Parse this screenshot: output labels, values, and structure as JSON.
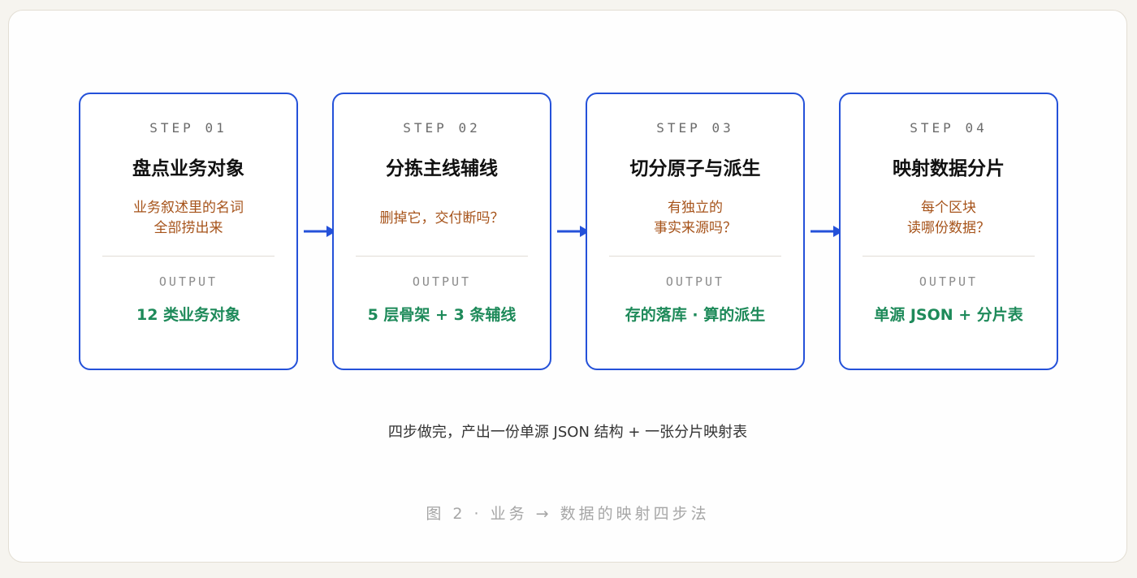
{
  "steps": [
    {
      "kicker": "STEP 01",
      "title": "盘点业务对象",
      "desc": "业务叙述里的名词\n全部捞出来",
      "output_label": "OUTPUT",
      "output_value": "12 类业务对象"
    },
    {
      "kicker": "STEP 02",
      "title": "分拣主线辅线",
      "desc": "删掉它，交付断吗？",
      "output_label": "OUTPUT",
      "output_value": "5 层骨架 + 3 条辅线"
    },
    {
      "kicker": "STEP 03",
      "title": "切分原子与派生",
      "desc": "有独立的\n事实来源吗？",
      "output_label": "OUTPUT",
      "output_value": "存的落库 · 算的派生"
    },
    {
      "kicker": "STEP 04",
      "title": "映射数据分片",
      "desc": "每个区块\n读哪份数据？",
      "output_label": "OUTPUT",
      "output_value": "单源 JSON + 分片表"
    }
  ],
  "caption": "四步做完，产出一份单源 JSON 结构 + 一张分片映射表",
  "figure_caption": "图 2 · 业务 → 数据的映射四步法",
  "colors": {
    "border": "#2451d9",
    "arrow": "#2451d9",
    "desc": "#a6531a",
    "output": "#1e8a5a"
  }
}
